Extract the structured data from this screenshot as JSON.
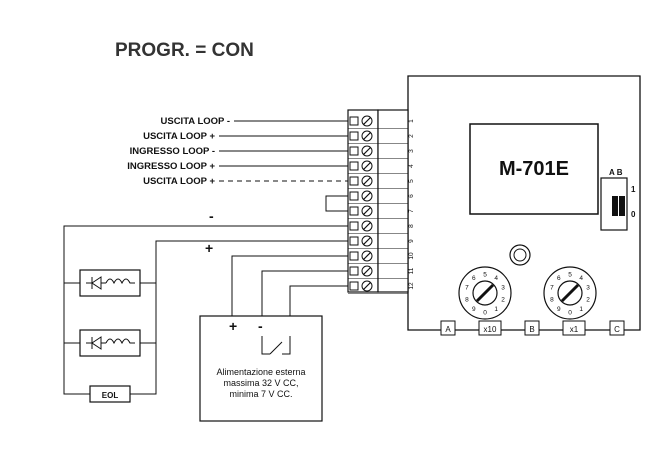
{
  "title": "PROGR. = CON",
  "wire_labels": [
    "USCITA LOOP -",
    "USCITA LOOP +",
    "INGRESSO LOOP -",
    "INGRESSO LOOP +",
    "USCITA LOOP +"
  ],
  "terminal_numbers": [
    "1",
    "2",
    "3",
    "4",
    "5",
    "6",
    "7",
    "8",
    "9",
    "10",
    "11",
    "12"
  ],
  "module": {
    "model": "M-701E",
    "switch_label": "A B",
    "switch_pos_on": "1",
    "switch_pos_off": "0",
    "dial_numbers": [
      "0",
      "1",
      "2",
      "3",
      "4",
      "5",
      "6",
      "7",
      "8",
      "9"
    ],
    "bottom_tabs": [
      "A",
      "x10",
      "B",
      "x1",
      "C"
    ]
  },
  "polarity": {
    "minus": "-",
    "plus": "+"
  },
  "power_supply": {
    "plus": "+",
    "minus": "-",
    "lines": [
      "Alimentazione esterna",
      "massima 32 V CC,",
      "minima 7 V CC."
    ]
  },
  "eol_label": "EOL"
}
